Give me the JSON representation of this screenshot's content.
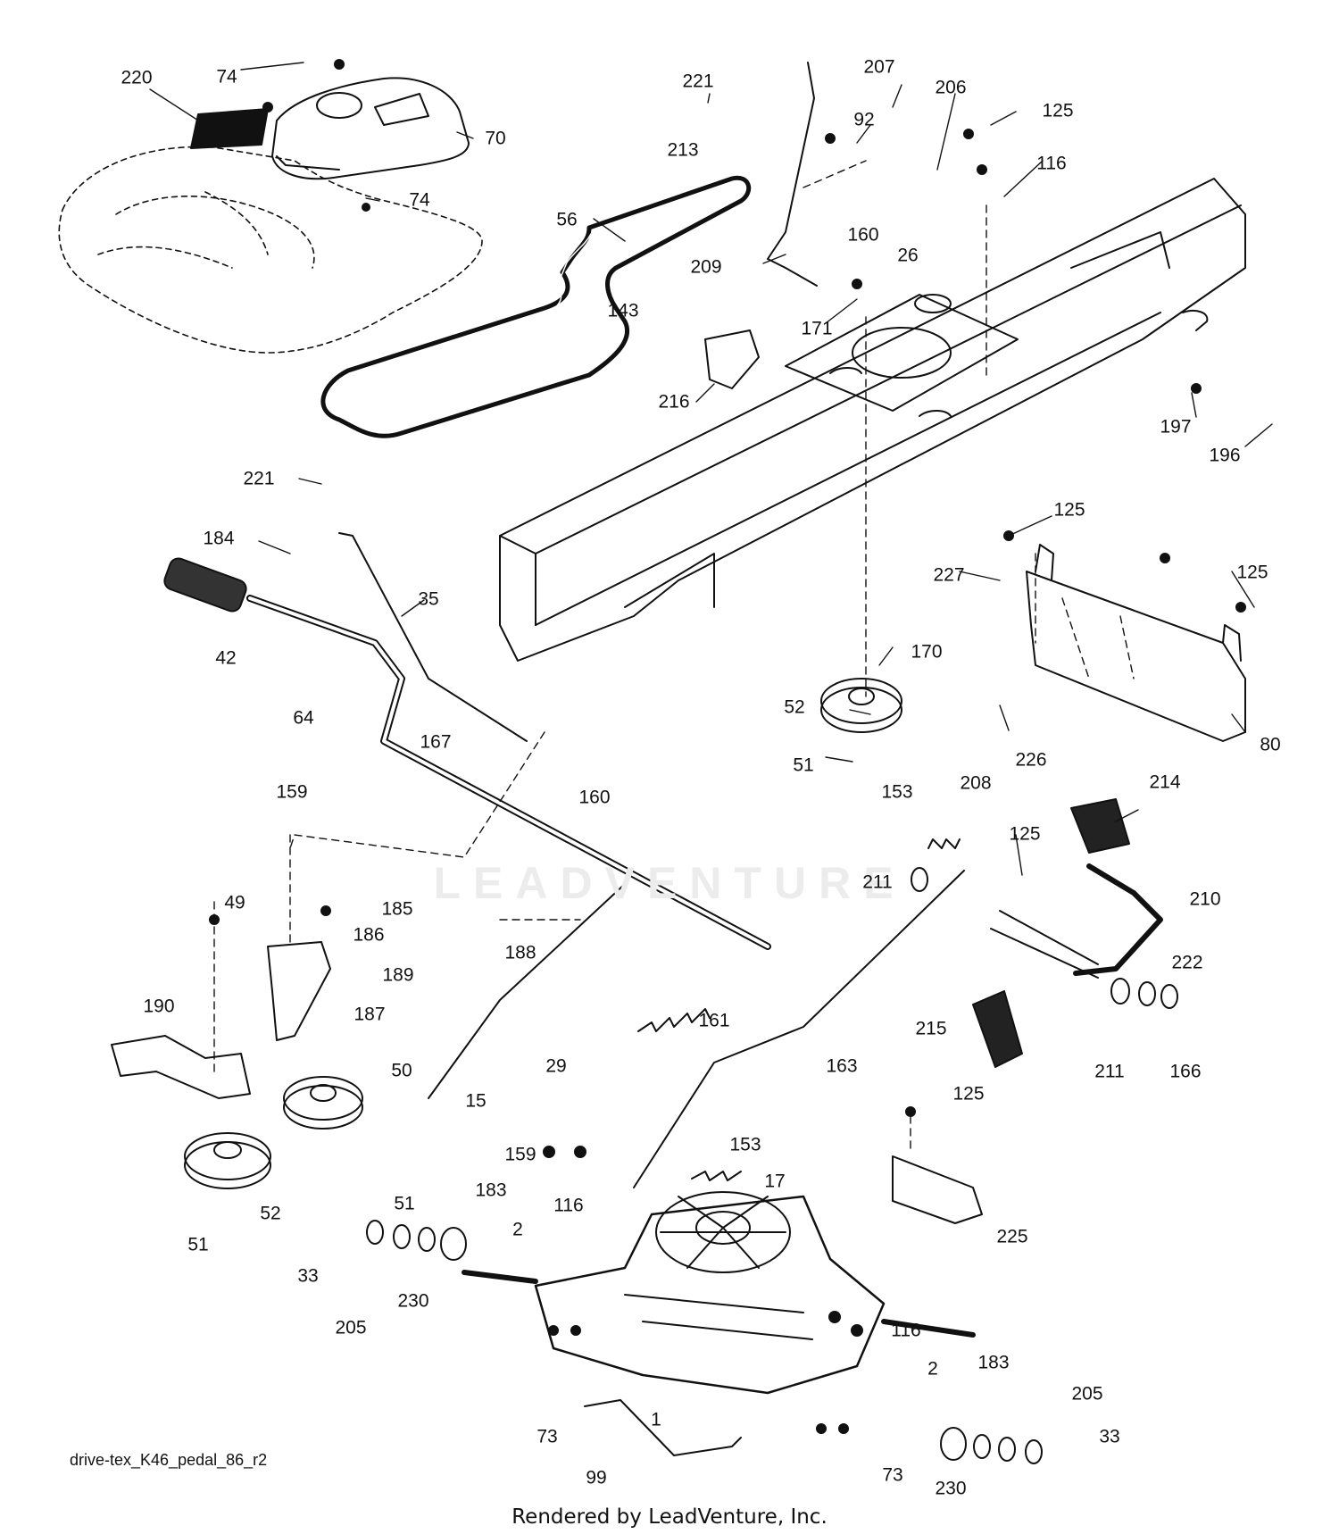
{
  "diagram": {
    "watermark": "LEADVENTURE",
    "drawing_code": "drive-tex_K46_pedal_86_r2",
    "footer": "Rendered by LeadVenture, Inc.",
    "colors": {
      "ink": "#111111",
      "watermark": "#ececec",
      "background": "#ffffff"
    },
    "labels": {
      "p220": "220",
      "p74a": "74",
      "p74b": "74",
      "p70": "70",
      "p221a": "221",
      "p213": "213",
      "p207": "207",
      "p206": "206",
      "p125a": "125",
      "p92": "92",
      "p116a": "116",
      "p160a": "160",
      "p26": "26",
      "p56": "56",
      "p209": "209",
      "p143": "143",
      "p171": "171",
      "p216": "216",
      "p197": "197",
      "p196": "196",
      "p221b": "221",
      "p184": "184",
      "p42": "42",
      "p35": "35",
      "p125b": "125",
      "p227": "227",
      "p125c": "125",
      "p170": "170",
      "p52a": "52",
      "p51a": "51",
      "p226": "226",
      "p80": "80",
      "p64": "64",
      "p167": "167",
      "p160b": "160",
      "p159a": "159",
      "p153a": "153",
      "p208": "208",
      "p214": "214",
      "p125d": "125",
      "p211a": "211",
      "p210": "210",
      "p49": "49",
      "p185": "185",
      "p188": "188",
      "p186": "186",
      "p189": "189",
      "p190": "190",
      "p187": "187",
      "p161": "161",
      "p215": "215",
      "p222": "222",
      "p29": "29",
      "p163": "163",
      "p211b": "211",
      "p166": "166",
      "p50": "50",
      "p15": "15",
      "p125e": "125",
      "p159b": "159",
      "p153b": "153",
      "p17": "17",
      "p52b": "52",
      "p51b": "51",
      "p51c": "51",
      "p183a": "183",
      "p2a": "2",
      "p116b": "116",
      "p225": "225",
      "p33a": "33",
      "p205a": "205",
      "p230a": "230",
      "p116c": "116",
      "p183b": "183",
      "p2b": "2",
      "p205b": "205",
      "p1": "1",
      "p73a": "73",
      "p33b": "33",
      "p99": "99",
      "p73b": "73",
      "p230b": "230"
    }
  }
}
